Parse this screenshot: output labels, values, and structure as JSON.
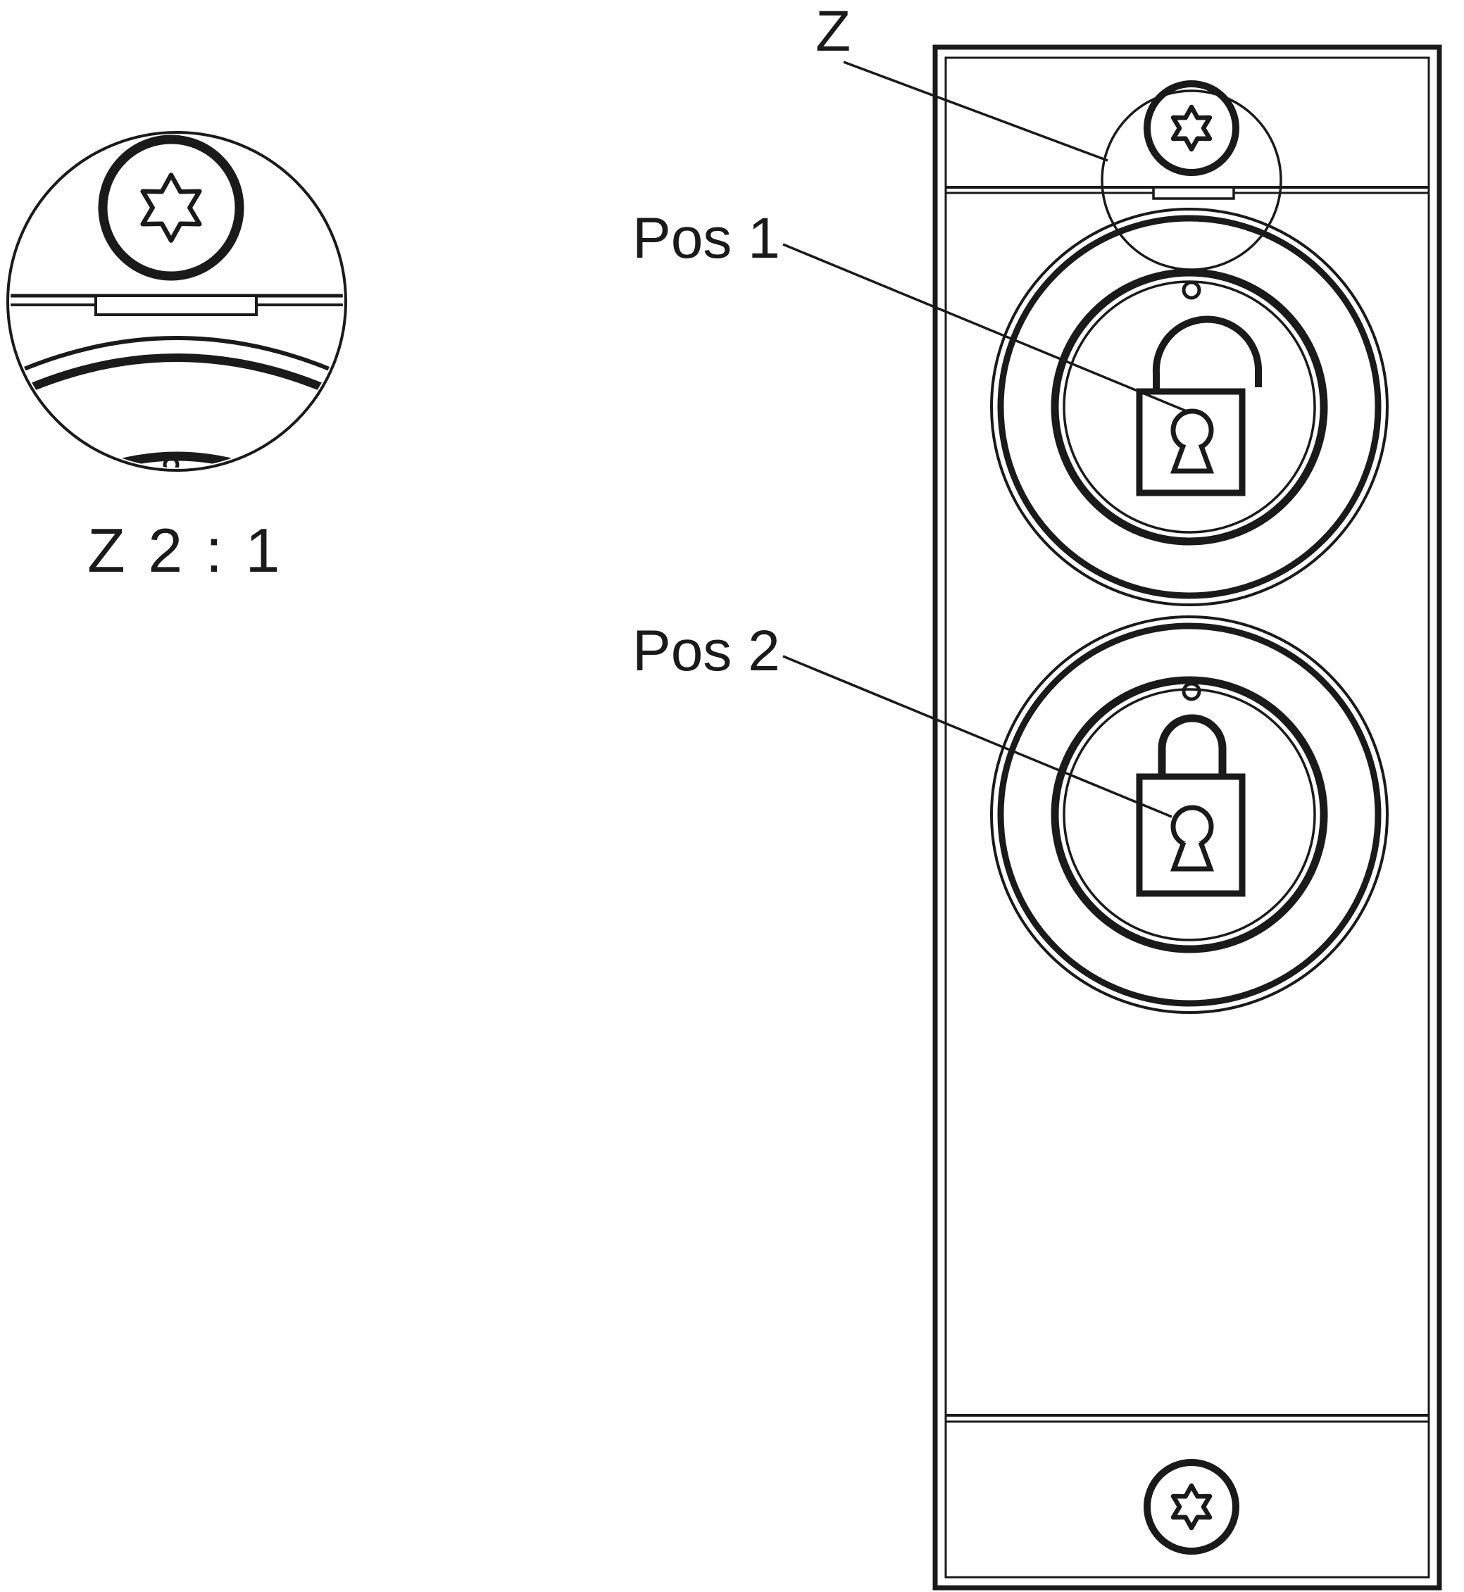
{
  "drawing": {
    "type": "technical-line-drawing",
    "subject": "lock panel front view with detail callout",
    "colors": {
      "line": "#1a1a1a",
      "background": "#ffffff"
    },
    "detail_view": {
      "scale_label": "Z 2 : 1",
      "icon": "torx-screw-icon"
    },
    "main_view": {
      "callout_label": "Z",
      "screw_icon": "torx-screw-icon",
      "positions": [
        {
          "label": "Pos 1",
          "state": "unlocked",
          "icon": "padlock-open-icon"
        },
        {
          "label": "Pos 2",
          "state": "locked",
          "icon": "padlock-closed-icon"
        }
      ]
    }
  }
}
